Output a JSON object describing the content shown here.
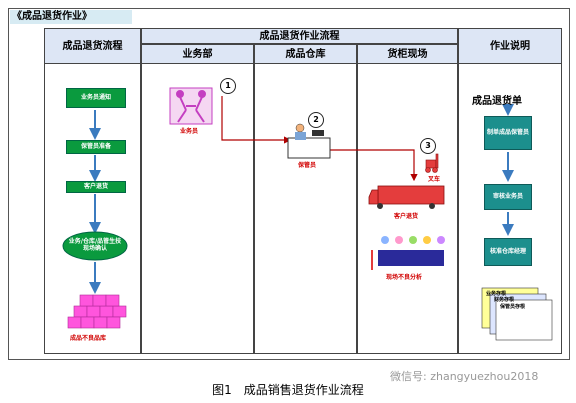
{
  "title": "《成品退货作业》",
  "header": {
    "left_col": "成品退货流程",
    "flow_title": "成品退货作业流程",
    "col_business": "业务部",
    "col_warehouse": "成品仓库",
    "col_site": "货柜现场",
    "col_note": "作业说明"
  },
  "left_flow": {
    "box1": "业务员通知",
    "box2": "保管员准备",
    "box3": "客户退货",
    "box4": "业务/仓库/品管生技现场确认",
    "box5": "成品不良品库"
  },
  "middle": {
    "step1": "1",
    "step2": "2",
    "step3": "3",
    "salesman": "业务员",
    "keeper": "保管员",
    "forklift": "叉车",
    "customer_return": "客户退货",
    "site_analysis": "现场不良分析"
  },
  "notes": {
    "doc_title": "成品退货单",
    "box1": "制单成品保管员",
    "box2": "审核业务员",
    "box3": "核准仓库经理",
    "stack1": "业务存根",
    "stack2": "财务存根",
    "stack3": "保管员存根"
  },
  "caption": "图1　成品销售退货作业流程",
  "watermark": "微信号: zhangyuezhou2018",
  "colors": {
    "green": "#0a9a3e",
    "teal": "#1c8f8d",
    "red_arrow": "#b00000",
    "blue_arrow": "#3b7bbf",
    "header_bg": "#dde6f5"
  }
}
